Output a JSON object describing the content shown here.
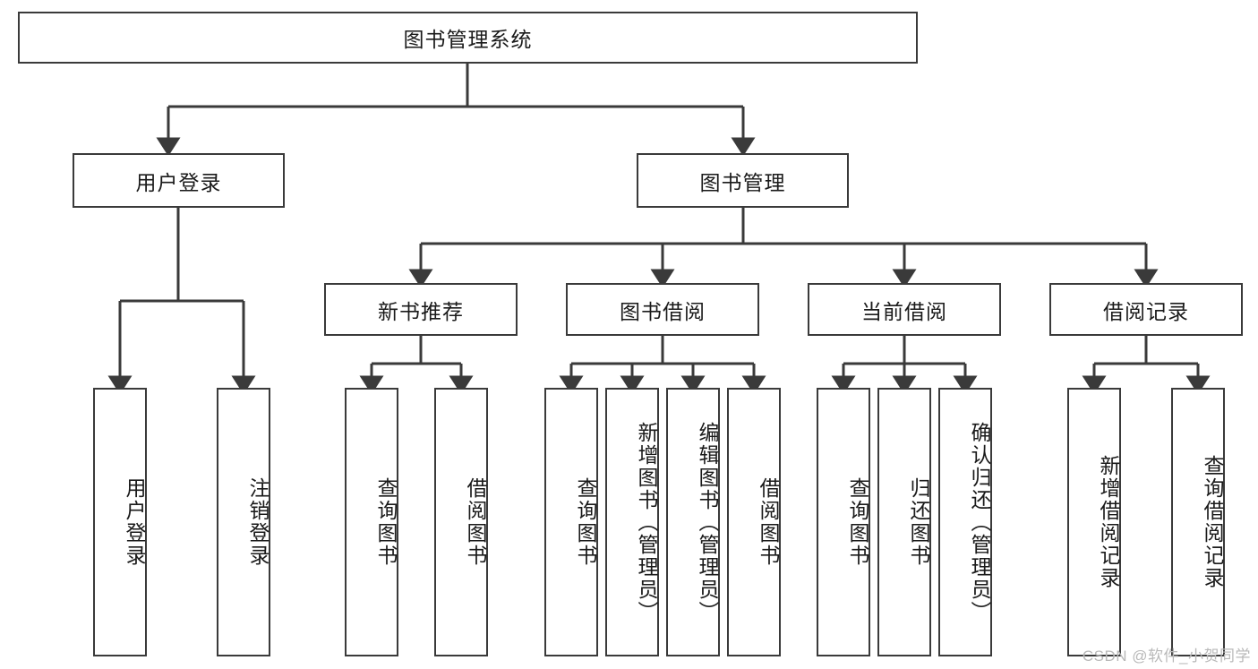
{
  "diagram": {
    "title": "图书管理系统",
    "watermark": "CSDN @软件_小贺同学",
    "root": {
      "label": "图书管理系统"
    },
    "level2": [
      {
        "label": "用户登录"
      },
      {
        "label": "图书管理"
      }
    ],
    "level3": [
      {
        "label": "新书推荐"
      },
      {
        "label": "图书借阅"
      },
      {
        "label": "当前借阅"
      },
      {
        "label": "借阅记录"
      }
    ],
    "leaves": {
      "user_login": [
        {
          "label": "用户登录"
        },
        {
          "label": "注销登录"
        }
      ],
      "new_book_recommend": [
        {
          "label": "查询图书"
        },
        {
          "label": "借阅图书"
        }
      ],
      "book_borrow": [
        {
          "label": "查询图书"
        },
        {
          "label": "新增图书（管理员）"
        },
        {
          "label": "编辑图书（管理员）"
        },
        {
          "label": "借阅图书"
        }
      ],
      "current_borrow": [
        {
          "label": "查询图书"
        },
        {
          "label": "归还图书"
        },
        {
          "label": "确认归还（管理员）"
        }
      ],
      "borrow_record": [
        {
          "label": "新增借阅记录"
        },
        {
          "label": "查询借阅记录"
        }
      ]
    }
  }
}
